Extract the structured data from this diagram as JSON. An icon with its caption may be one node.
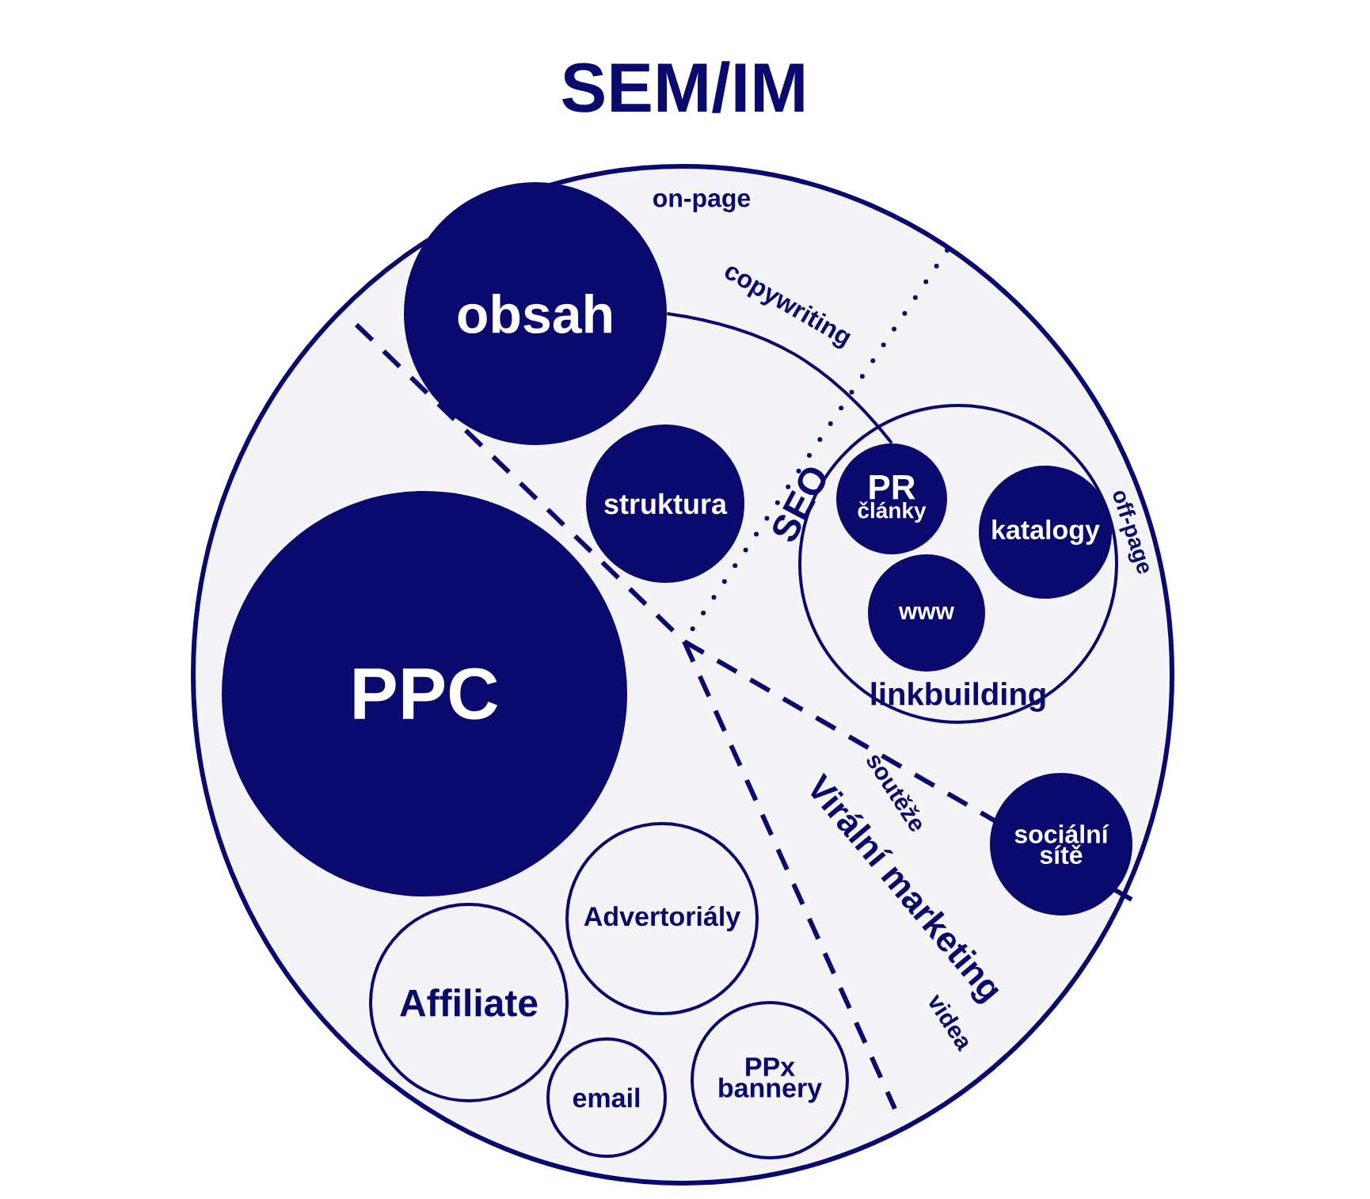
{
  "diagram": {
    "title": "SEM/IM",
    "nodes": [
      {
        "text": [],
        "shape": "circle"
      },
      {
        "text": [
          "obsah"
        ],
        "in": 0
      },
      {
        "text": [
          "struktura"
        ],
        "in": 0
      },
      {
        "text": [
          "linkbuilding"
        ],
        "in": 0
      },
      {
        "text": [
          "PR",
          "články"
        ],
        "in": 3
      },
      {
        "text": [
          "katalogy"
        ],
        "in": 3
      },
      {
        "text": [
          "www"
        ],
        "in": 3
      },
      {
        "text": [
          "PPC"
        ],
        "in": 0
      },
      {
        "text": [
          "sociální sítě"
        ],
        "in": 0
      },
      {
        "text": [
          "Advertoriály"
        ],
        "in": 0
      },
      {
        "text": [
          "Affiliate"
        ],
        "in": 0
      },
      {
        "text": [
          "email"
        ],
        "in": 0
      },
      {
        "text": [
          "PPx bannery"
        ],
        "in": 0
      }
    ],
    "edges": [
      {
        "from": 1,
        "to": 4,
        "arrow": "none",
        "label": "copywriting"
      }
    ],
    "labels": [
      "on-page",
      "off-page",
      "SEO",
      "soutěže",
      "Virální marketing",
      "videa"
    ]
  }
}
